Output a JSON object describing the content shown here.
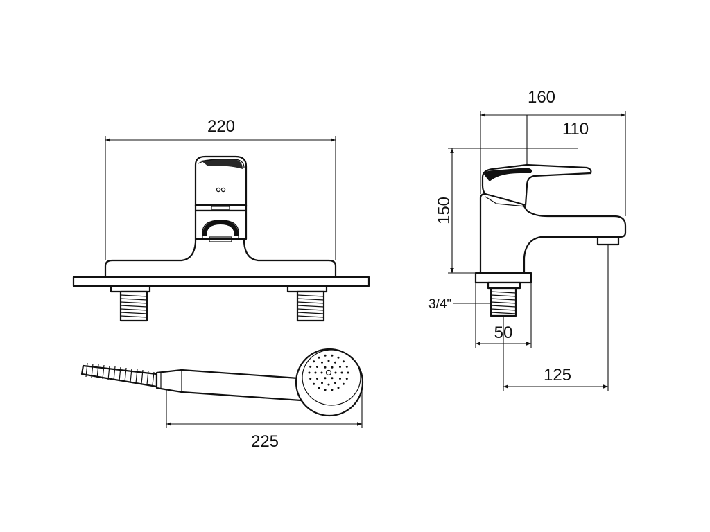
{
  "dimensions": {
    "front_width": "220",
    "side_depth": "160",
    "spout_reach": "110",
    "height": "150",
    "thread": "3/4\"",
    "base_width": "50",
    "spout_offset": "125",
    "hand_shower_length": "225"
  }
}
